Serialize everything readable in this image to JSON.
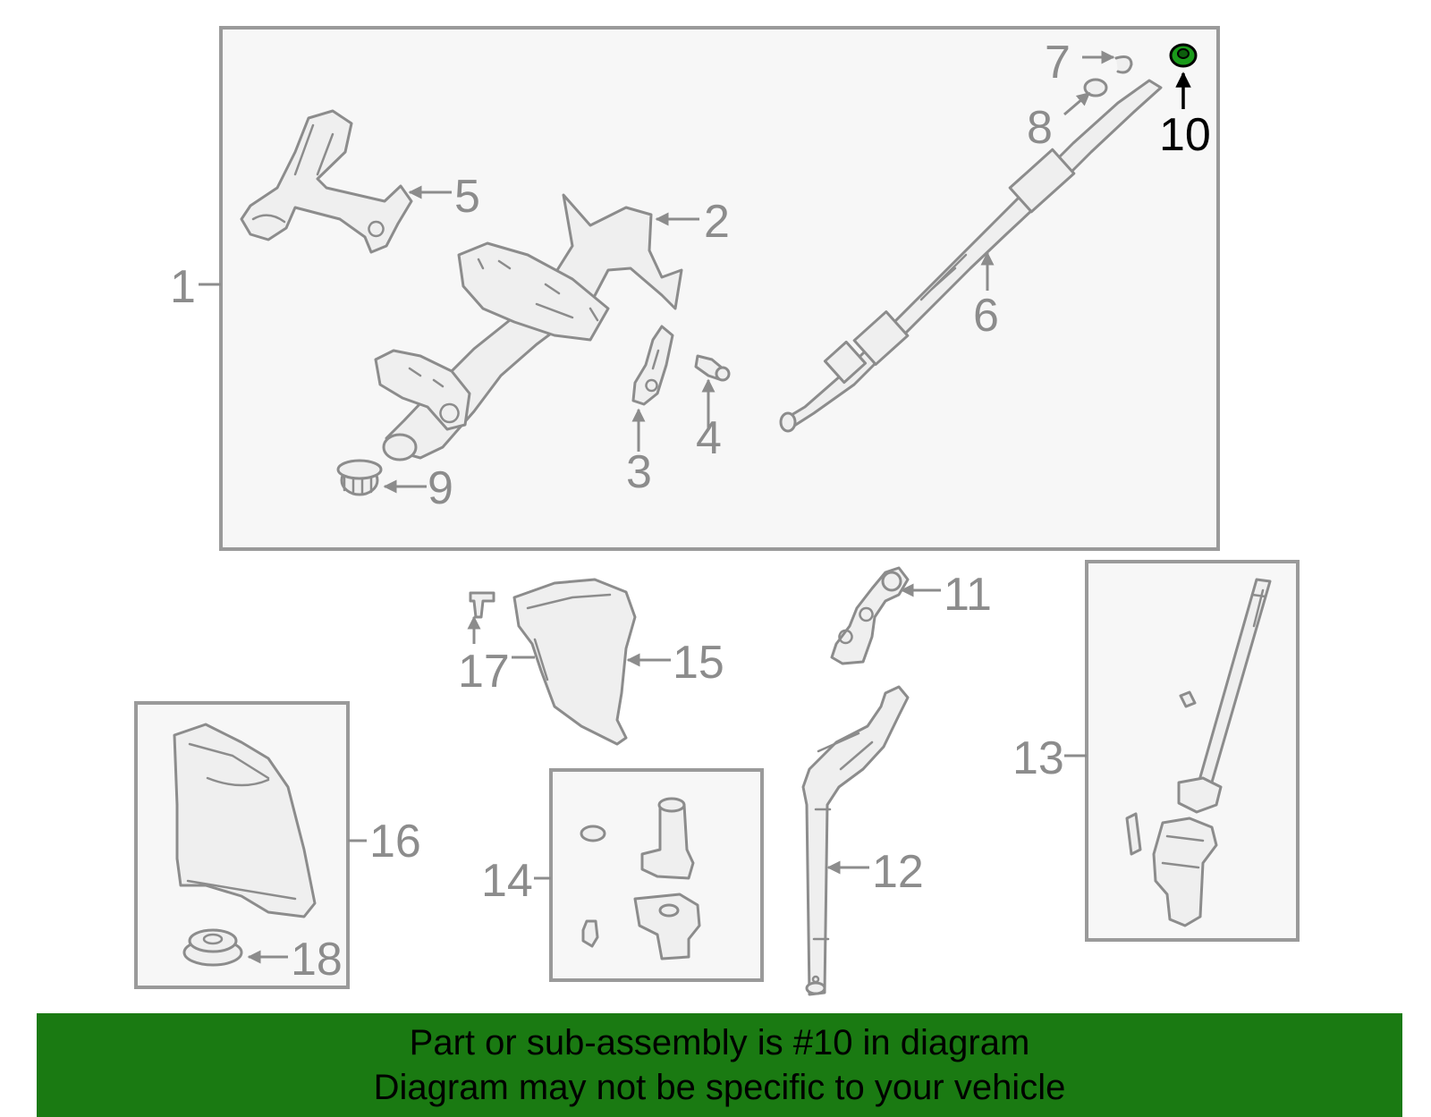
{
  "callouts": [
    "1",
    "2",
    "3",
    "4",
    "5",
    "6",
    "7",
    "8",
    "9",
    "10",
    "11",
    "12",
    "13",
    "14",
    "15",
    "16",
    "17",
    "18"
  ],
  "highlighted_part": "10",
  "banner": {
    "line1": "Part or sub-assembly is #10 in diagram",
    "line2": "Diagram may not be specific to your vehicle"
  },
  "colors": {
    "banner_bg": "#1a7a12",
    "highlight": "#1a9a1a",
    "line_art": "#8c8c8c"
  }
}
